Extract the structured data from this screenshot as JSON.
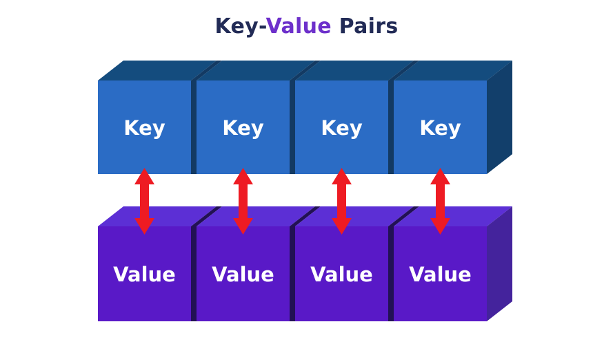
{
  "title": {
    "segments": [
      {
        "text": "Key-",
        "color": "#222B56"
      },
      {
        "text": "Value",
        "color": "#6D30CB"
      },
      {
        "text": " Pairs",
        "color": "#222B56"
      }
    ]
  },
  "key_row": {
    "labels": [
      "Key",
      "Key",
      "Key",
      "Key"
    ],
    "colors": {
      "front": "#2B6CC5",
      "top": "#144C7E",
      "side": "#123F6B",
      "gap": "#133A63",
      "text": "#FFFFFF"
    }
  },
  "value_row": {
    "labels": [
      "Value",
      "Value",
      "Value",
      "Value"
    ],
    "colors": {
      "front": "#5919C7",
      "top": "#5C2FD5",
      "side": "#44239C",
      "gap": "#221154",
      "text": "#FFFFFF"
    }
  },
  "arrows": {
    "count": 4,
    "color": "#EE1B23",
    "direction": "up-down"
  }
}
